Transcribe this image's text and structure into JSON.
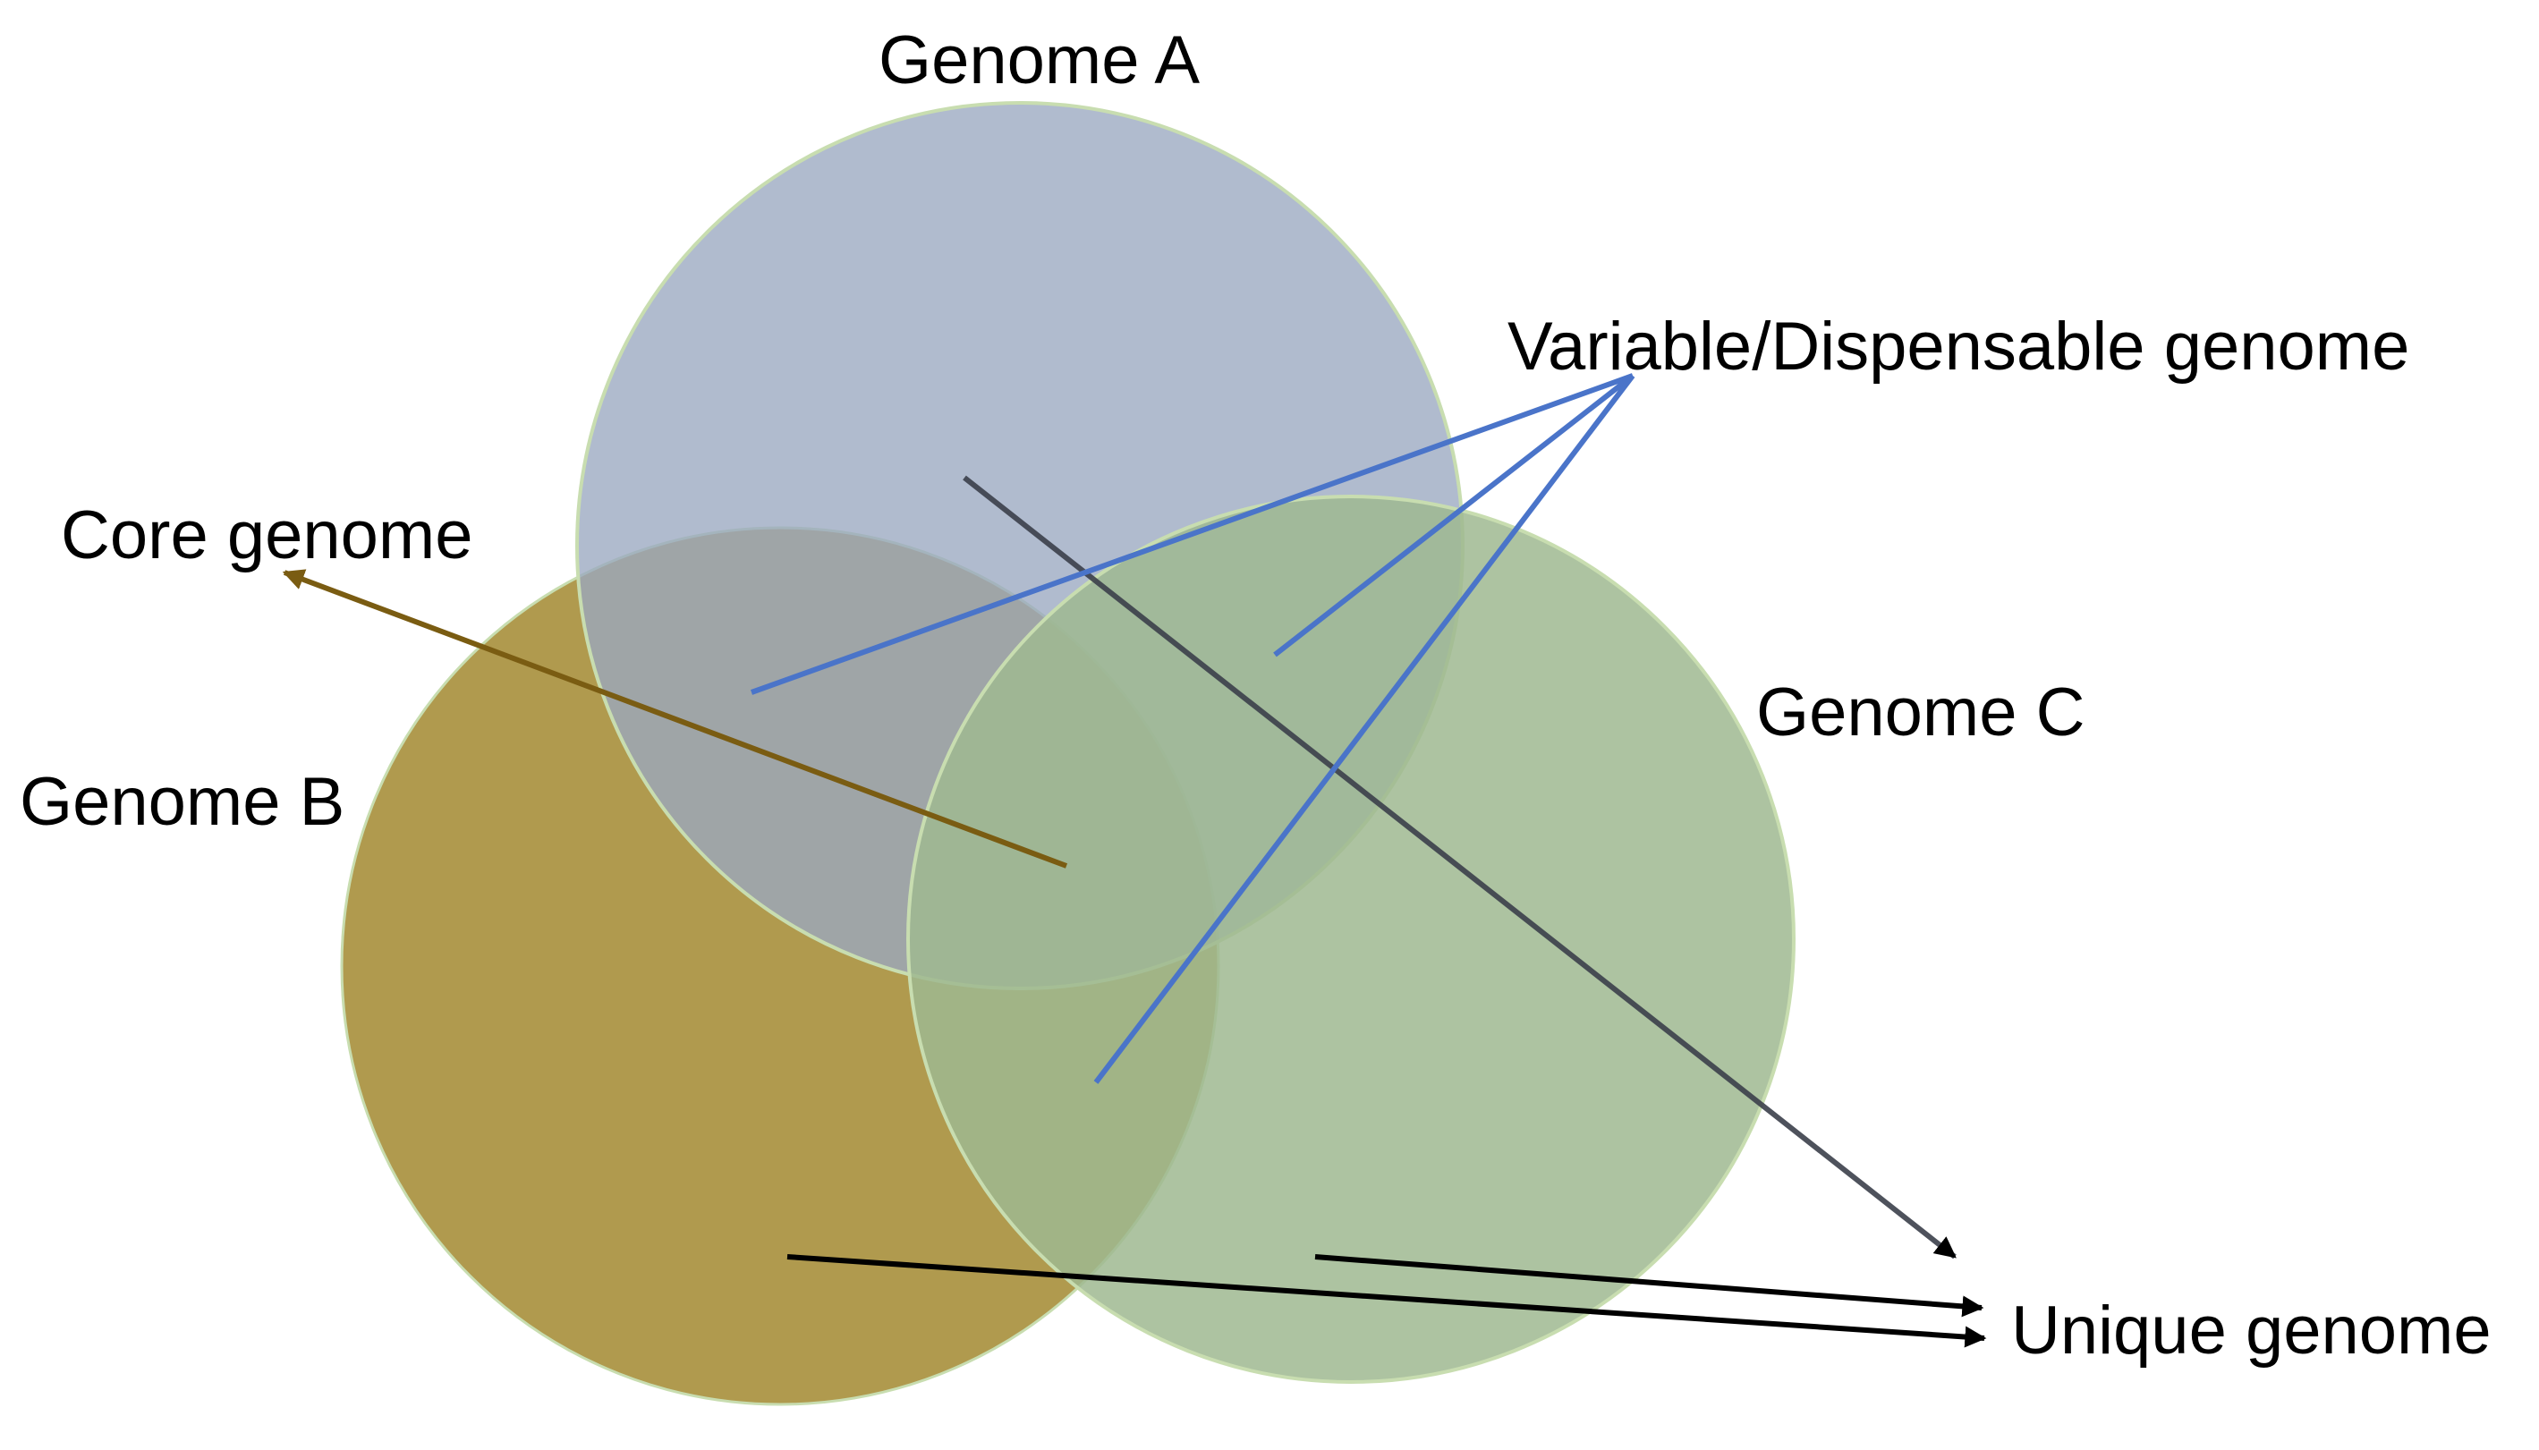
{
  "labels": {
    "genome_a": "Genome A",
    "genome_b": "Genome B",
    "genome_c": "Genome C",
    "core": "Core genome",
    "variable": "Variable/Dispensable genome",
    "unique": "Unique genome"
  },
  "colors": {
    "genome_a_fill": "#9aa8c0",
    "genome_b_fill": "#b09a4e",
    "genome_c_fill": "#9fb891",
    "circle_outline": "#c8ddb0",
    "core_arrow": "#7a5c12",
    "variable_lines": "#4a74c9",
    "unique_arrows": "#000000"
  }
}
